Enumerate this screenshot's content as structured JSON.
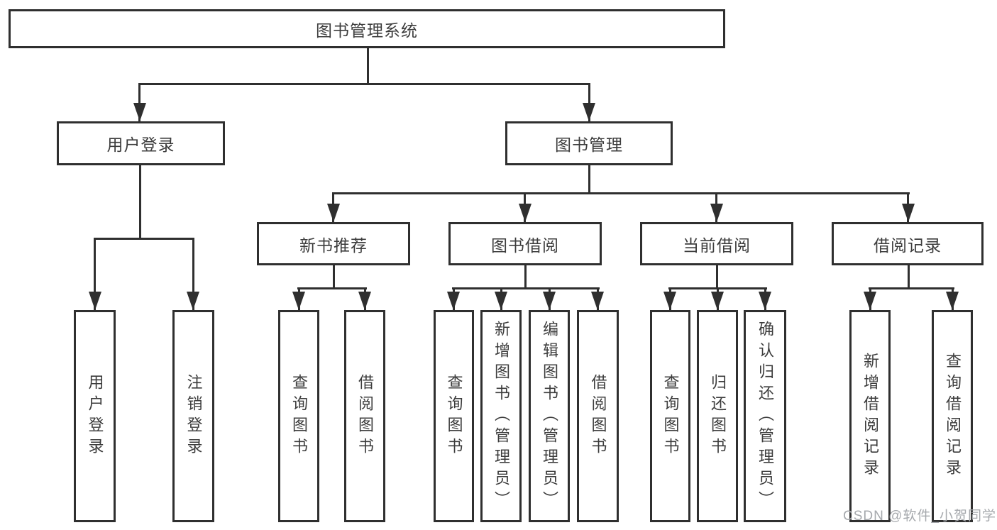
{
  "diagram": {
    "root": {
      "label": "图书管理系统"
    },
    "branches": [
      {
        "label": "用户登录",
        "children": [
          {
            "label": "用户登录"
          },
          {
            "label": "注销登录"
          }
        ]
      },
      {
        "label": "图书管理",
        "children": [
          {
            "label": "新书推荐",
            "children": [
              {
                "label": "查询图书"
              },
              {
                "label": "借阅图书"
              }
            ]
          },
          {
            "label": "图书借阅",
            "children": [
              {
                "label": "查询图书"
              },
              {
                "label": "新增图书（管理员）"
              },
              {
                "label": "编辑图书（管理员）"
              },
              {
                "label": "借阅图书"
              }
            ]
          },
          {
            "label": "当前借阅",
            "children": [
              {
                "label": "查询图书"
              },
              {
                "label": "归还图书"
              },
              {
                "label": "确认归还（管理员）"
              }
            ]
          },
          {
            "label": "借阅记录",
            "children": [
              {
                "label": "新增借阅记录"
              },
              {
                "label": "查询借阅记录"
              }
            ]
          }
        ]
      }
    ]
  },
  "watermark": {
    "text": "CSDN @软件_小贺同学"
  },
  "colors": {
    "line": "#2f2f2f",
    "text": "#3c3c3c",
    "watermark": "#a6a9ad",
    "background": "#ffffff"
  }
}
